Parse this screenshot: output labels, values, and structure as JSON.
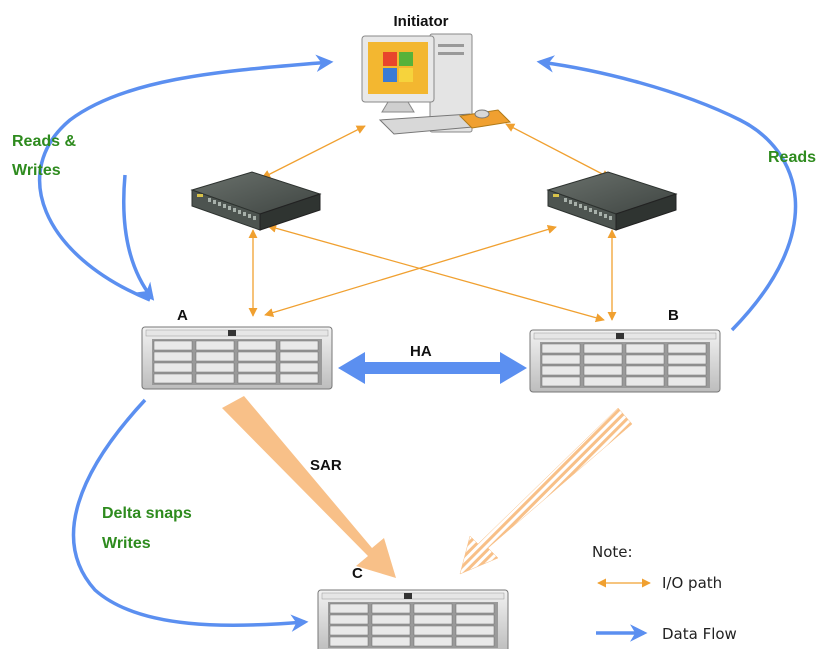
{
  "labels": {
    "initiator": "Initiator",
    "node_a": "A",
    "node_b": "B",
    "node_c": "C",
    "ha": "HA",
    "sar": "SAR",
    "reads_writes_line1": "Reads &",
    "reads_writes_line2": "Writes",
    "reads": "Reads",
    "delta_line1": "Delta snaps",
    "delta_line2": "Writes"
  },
  "legend": {
    "title": "Note:",
    "io_path": "I/O path",
    "data_flow": "Data Flow"
  },
  "colors": {
    "data_flow": "#5b8ff0",
    "io_path": "#f0a030",
    "replication": "#f8c088",
    "text_green": "#2e8b1e"
  }
}
